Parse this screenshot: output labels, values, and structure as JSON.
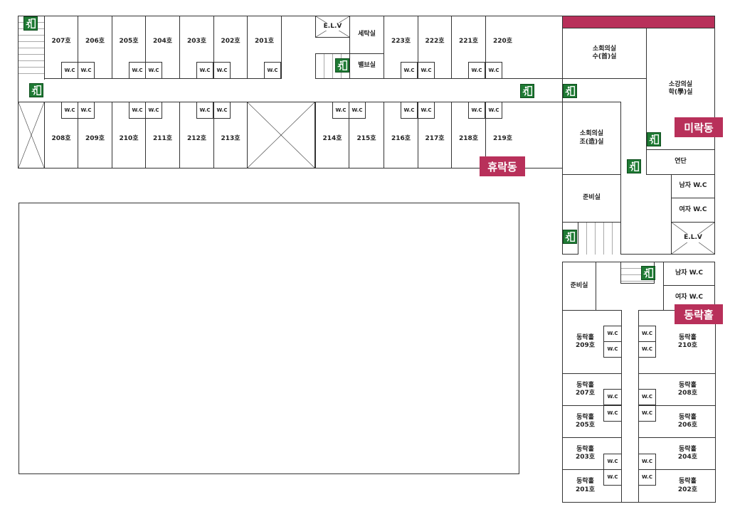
{
  "wc": "W.C",
  "elv": "E.L.V",
  "huragdong": {
    "badge": "휴락동",
    "top_rooms": [
      "207호",
      "206호",
      "205호",
      "204호",
      "203호",
      "202호",
      "201호",
      "223호",
      "222호",
      "221호",
      "220호"
    ],
    "bottom_rooms": [
      "208호",
      "209호",
      "210호",
      "211호",
      "212호",
      "213호",
      "214호",
      "215호",
      "216호",
      "217호",
      "218호",
      "219호"
    ],
    "laundry": "세탁실",
    "valve": "밸브실"
  },
  "mirakdong": {
    "badge": "미락동",
    "meeting_su": "소회의실\n수(首)실",
    "meeting_jo": "소회의실\n조(造)실",
    "lecture": "소강의실\n학(學)실",
    "podium": "연단",
    "prep": "준비실",
    "men_wc": "남자 W.C",
    "women_wc": "여자 W.C"
  },
  "dongrakhol": {
    "badge": "동락홀",
    "prep": "준비실",
    "men_wc": "남자 W.C",
    "women_wc": "여자 W.C",
    "left_rooms": [
      "동락홀\n209호",
      "동락홀\n207호",
      "동락홀\n205호",
      "동락홀\n203호",
      "동락홀\n201호"
    ],
    "right_rooms": [
      "동락홀\n210호",
      "동락홀\n208호",
      "동락홀\n206호",
      "동락홀\n204호",
      "동락홀\n202호"
    ]
  }
}
